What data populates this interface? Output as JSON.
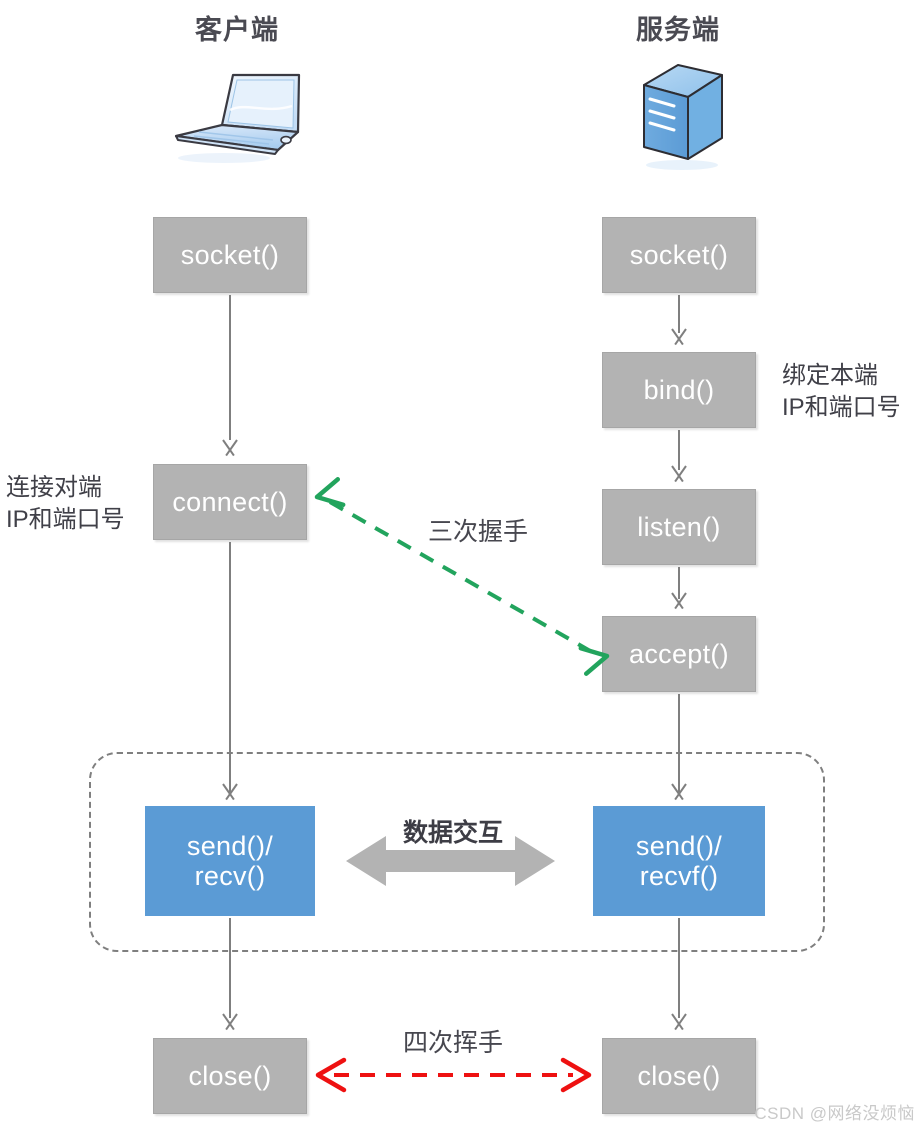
{
  "diagram": {
    "title_client": "客户端",
    "title_server": "服务端",
    "icons": {
      "client": "laptop-icon",
      "server": "server-icon"
    },
    "client_steps": [
      {
        "label": "socket()",
        "style": "gray"
      },
      {
        "label": "connect()",
        "style": "gray"
      },
      {
        "label": "send()/\nrecv()",
        "style": "blue"
      },
      {
        "label": "close()",
        "style": "gray"
      }
    ],
    "server_steps": [
      {
        "label": "socket()",
        "style": "gray"
      },
      {
        "label": "bind()",
        "style": "gray"
      },
      {
        "label": "listen()",
        "style": "gray"
      },
      {
        "label": "accept()",
        "style": "gray"
      },
      {
        "label": "send()/\nrecvf()",
        "style": "blue"
      },
      {
        "label": "close()",
        "style": "gray"
      }
    ],
    "annotations": {
      "connect_note": "连接对端\nIP和端口号",
      "bind_note": "绑定本端\nIP和端口号",
      "handshake": "三次握手",
      "data_exchange": "数据交互",
      "wave": "四次挥手"
    },
    "colors": {
      "box_gray": "#b3b3b3",
      "box_blue": "#5b9bd5",
      "arrow_gray": "#7f7f7f",
      "handshake_green": "#22a45d",
      "wave_red": "#ee1111",
      "title_text": "#4a4a52",
      "box_text": "#ffffff"
    },
    "watermark": "CSDN @网络没烦恼"
  }
}
